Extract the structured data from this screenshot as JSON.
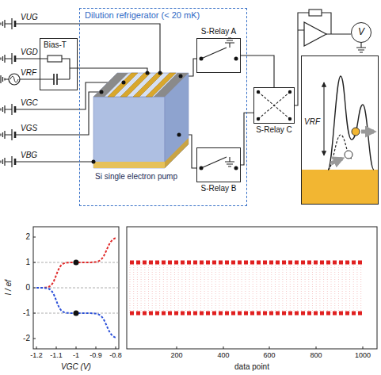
{
  "diagram": {
    "nodes": [
      {
        "text": [
          "Dilution refrigerator (< 20 mK)"
        ]
      },
      {
        "text": [
          "Bias-T"
        ]
      },
      {
        "text": [
          "S-Relay A"
        ],
        "in": 0
      },
      {
        "text": [
          "S-Relay B"
        ],
        "in": 0
      },
      {
        "text": [
          "S-Relay C"
        ]
      },
      {
        "text": [
          "V"
        ]
      },
      {
        "text": [
          "VRF"
        ]
      }
    ],
    "edges": [
      {
        "from": 2,
        "to": 4,
        "arrow": "none"
      },
      {
        "from": 3,
        "to": 4,
        "arrow": "none"
      }
    ],
    "labels": [
      "VUG",
      "VGD",
      "VRF",
      "VGC",
      "VGS",
      "VBG",
      "Si single electron pump",
      "2",
      "1",
      "0",
      "-1",
      "-2",
      "-1.2",
      "-1.1",
      "-1",
      "-0.9",
      "-0.8",
      "VGC (V)",
      "I / ef",
      "200",
      "400",
      "600",
      "800",
      "1000",
      "data point"
    ]
  }
}
